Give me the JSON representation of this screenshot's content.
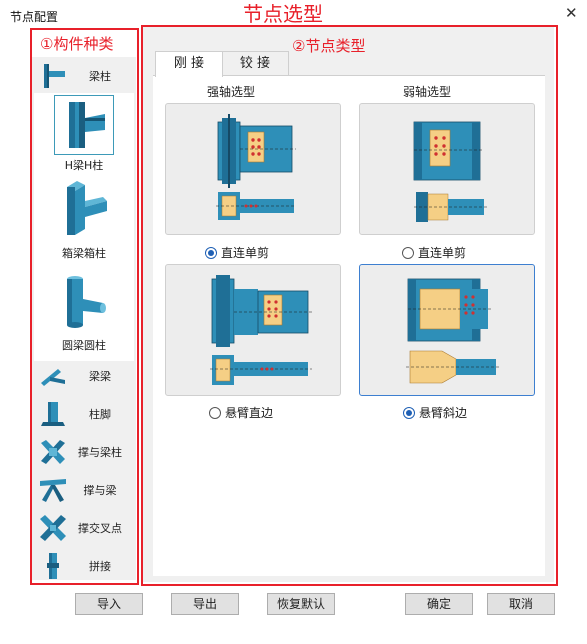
{
  "window": {
    "title": "节点配置",
    "close_glyph": "✕"
  },
  "annotations": {
    "main": "节点选型",
    "left": "①构件种类",
    "right": "②节点类型"
  },
  "sidebar": {
    "top_item": {
      "label": "梁柱",
      "icon": "beam-column-icon"
    },
    "sub_items": [
      {
        "label": "H梁H柱",
        "icon": "h-beam-h-column-icon"
      },
      {
        "label": "箱梁箱柱",
        "icon": "box-beam-box-column-icon"
      },
      {
        "label": "圆梁圆柱",
        "icon": "round-beam-round-column-icon"
      }
    ],
    "items": [
      {
        "label": "梁梁",
        "icon": "beam-beam-icon"
      },
      {
        "label": "柱脚",
        "icon": "column-base-icon"
      },
      {
        "label": "撑与梁柱",
        "icon": "brace-beam-column-icon"
      },
      {
        "label": "撑与梁",
        "icon": "brace-beam-icon"
      },
      {
        "label": "撑交叉点",
        "icon": "brace-cross-icon"
      },
      {
        "label": "拼接",
        "icon": "splice-icon"
      }
    ]
  },
  "tabs": [
    {
      "label": "刚 接",
      "active": true
    },
    {
      "label": "铰 接",
      "active": false
    }
  ],
  "columns": {
    "strong": "强轴选型",
    "weak": "弱轴选型"
  },
  "options": [
    {
      "label": "直连单剪",
      "selected": true
    },
    {
      "label": "直连单剪",
      "selected": false
    },
    {
      "label": "悬臂直边",
      "selected": false
    },
    {
      "label": "悬臂斜边",
      "selected": true
    }
  ],
  "buttons": {
    "import": "导入",
    "export": "导出",
    "restore": "恢复默认",
    "ok": "确定",
    "cancel": "取消"
  },
  "colors": {
    "annotation": "#e8202a",
    "steel": "#2e8fb8",
    "plate": "#f5cf85",
    "bolt": "#d03030",
    "selection": "#1e5fb4"
  }
}
